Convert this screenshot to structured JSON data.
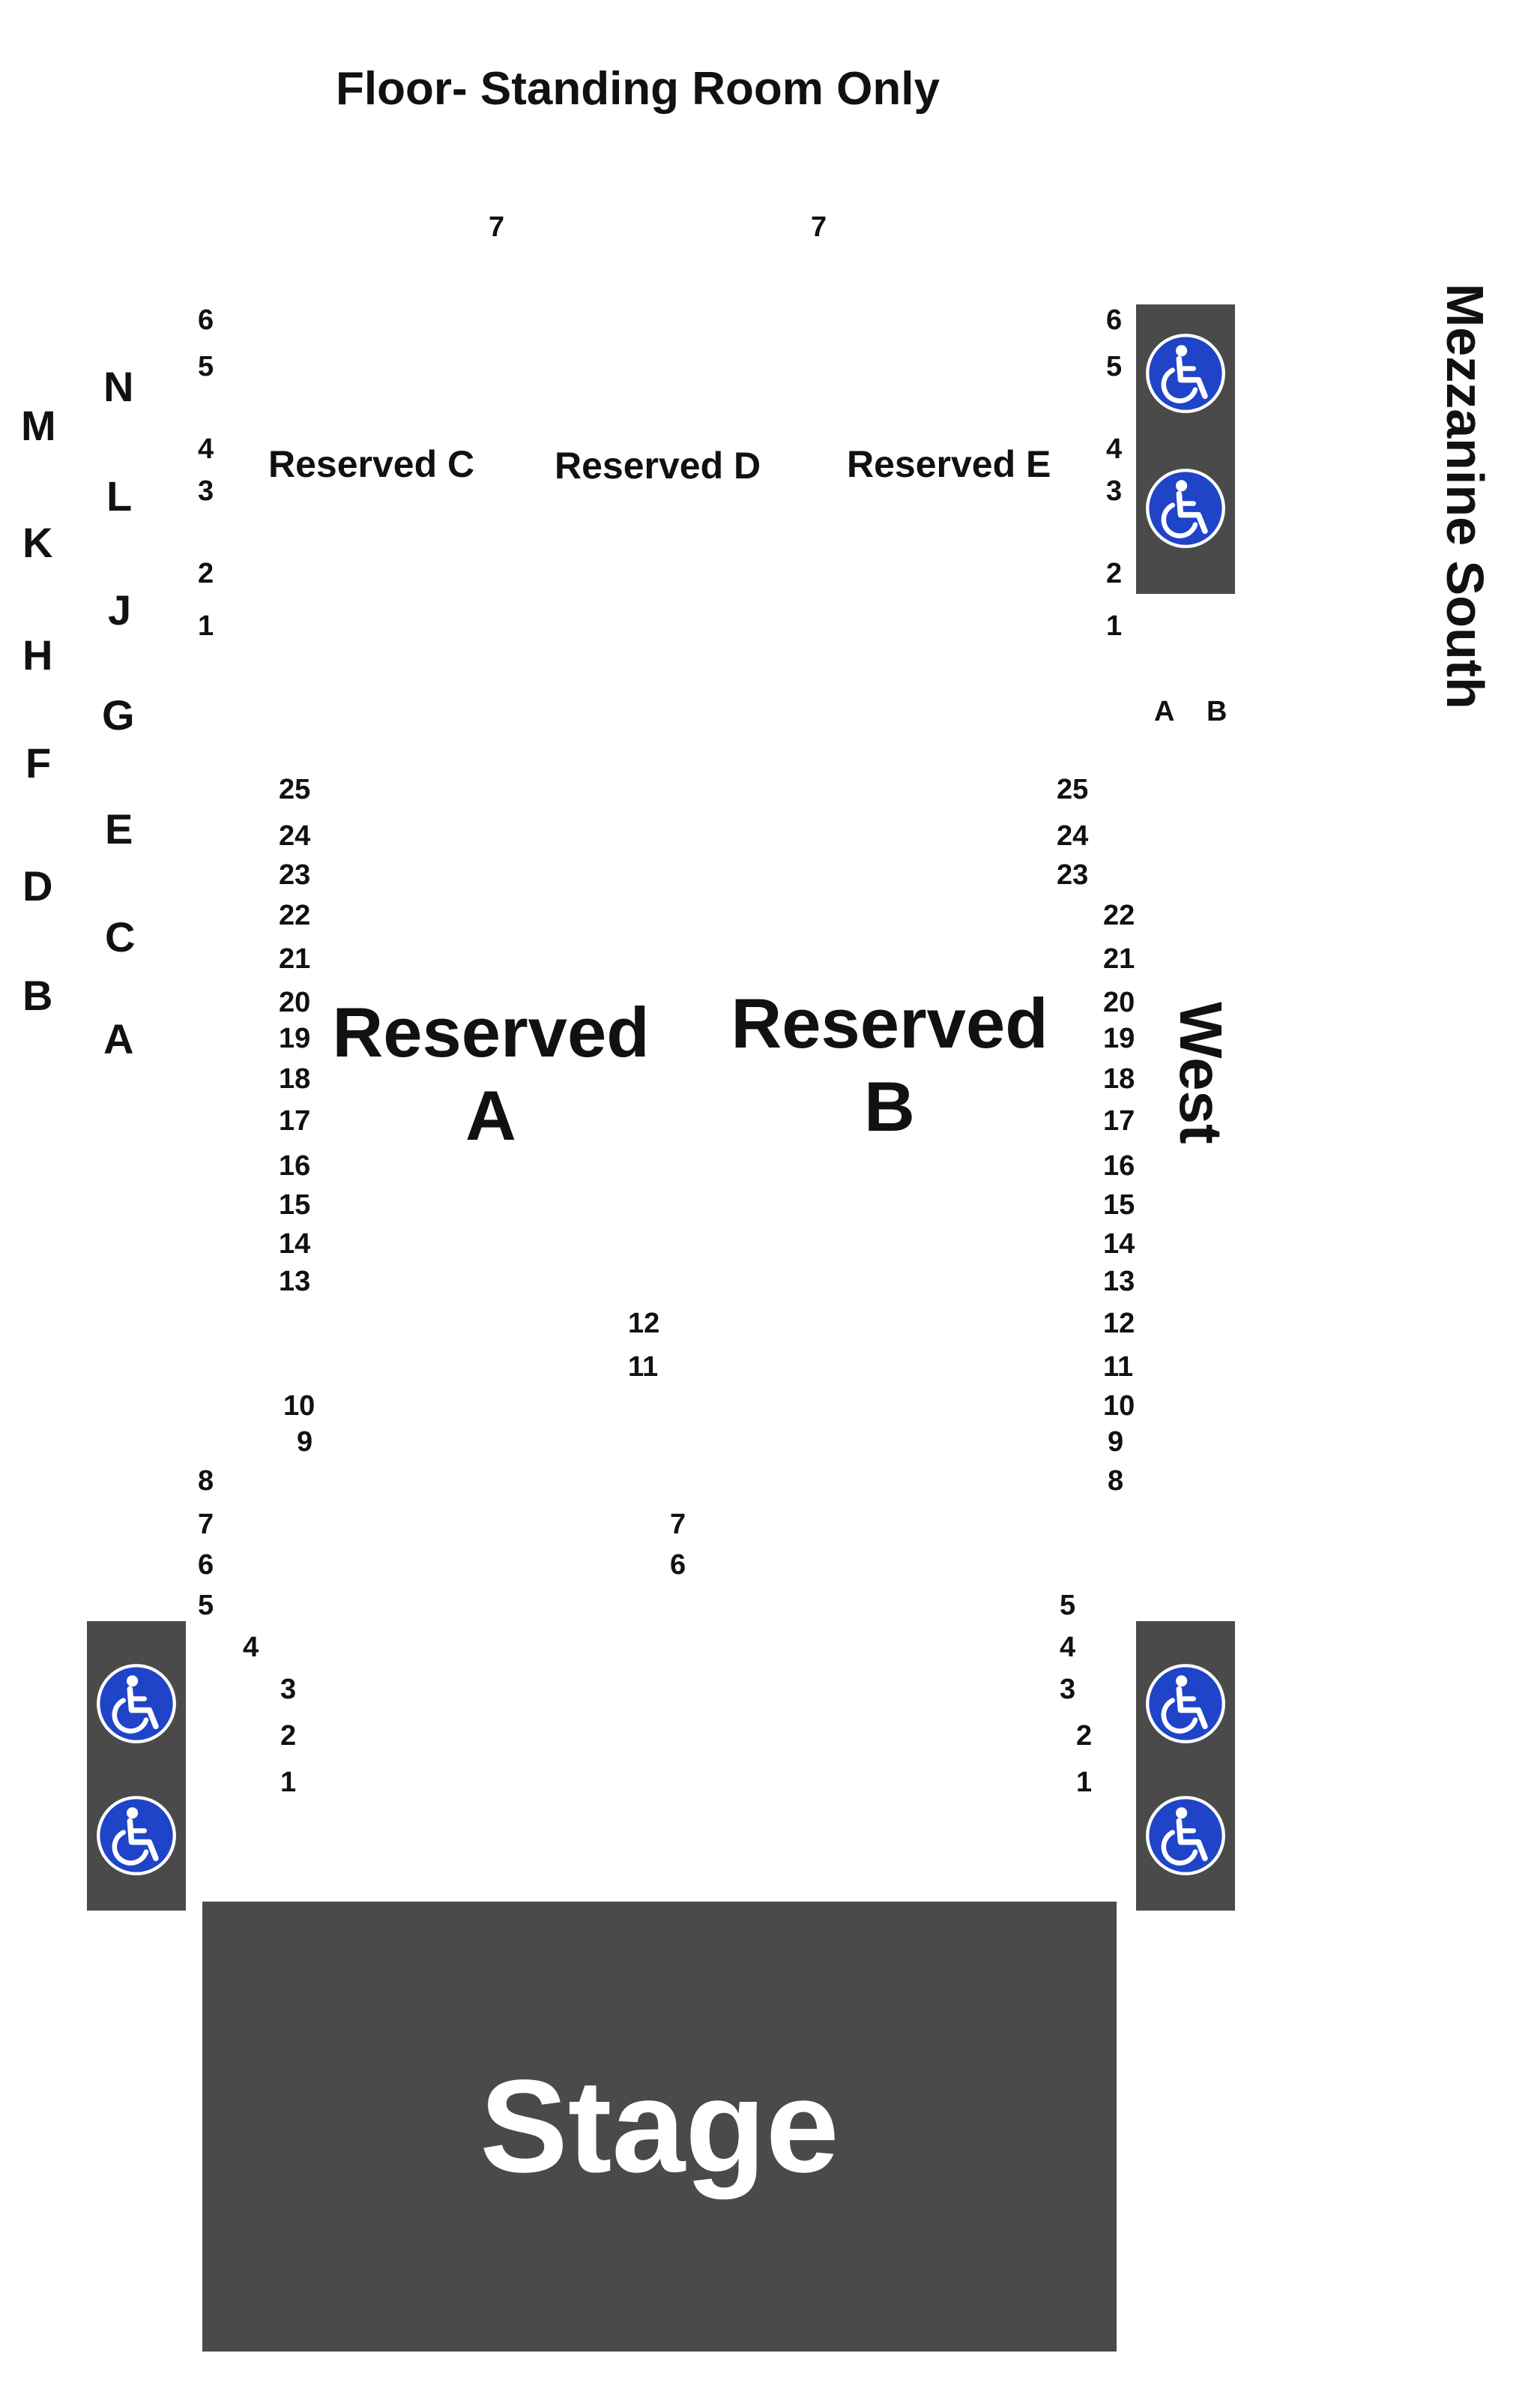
{
  "title": "Floor- Standing Room Only",
  "side_labels": {
    "mezzanine": "Mezzanine South",
    "west": "West"
  },
  "stage": {
    "label": "Stage"
  },
  "sections": {
    "reserved_c": "Reserved C",
    "reserved_d": "Reserved D",
    "reserved_e": "Reserved E",
    "reserved_a": "Reserved A",
    "reserved_b": "Reserved B"
  },
  "rows": {
    "outer": [
      "M",
      "K",
      "H",
      "F",
      "D",
      "B"
    ],
    "inner": [
      "N",
      "L",
      "J",
      "G",
      "E",
      "C",
      "A"
    ],
    "right_top": [
      "A",
      "B"
    ]
  },
  "top_seats": {
    "left": [
      "6",
      "5",
      "4",
      "3",
      "2",
      "1"
    ],
    "right": [
      "6",
      "5",
      "4",
      "3",
      "2",
      "1"
    ],
    "back": [
      "7",
      "7"
    ]
  },
  "section_a_left": [
    "25",
    "24",
    "23",
    "22",
    "21",
    "20",
    "19",
    "18",
    "17",
    "16",
    "15",
    "14",
    "13",
    "10",
    "9",
    "8",
    "7",
    "6",
    "5",
    "4",
    "3",
    "2",
    "1"
  ],
  "section_a_mid": [
    "12",
    "11",
    "7",
    "6"
  ],
  "section_b_right_inner": [
    "25",
    "24",
    "23",
    "5",
    "4",
    "3",
    "2",
    "1"
  ],
  "section_b_right_outer": [
    "22",
    "21",
    "20",
    "19",
    "18",
    "17",
    "16",
    "15",
    "14",
    "13",
    "12",
    "11",
    "10",
    "9",
    "8"
  ],
  "accessibility": {
    "icon": "wheelchair-icon",
    "count": 6
  },
  "colors": {
    "panel": "#4a4a4a",
    "icon_bg": "#1f44c8",
    "text": "#111111",
    "stage_text": "#ffffff"
  }
}
